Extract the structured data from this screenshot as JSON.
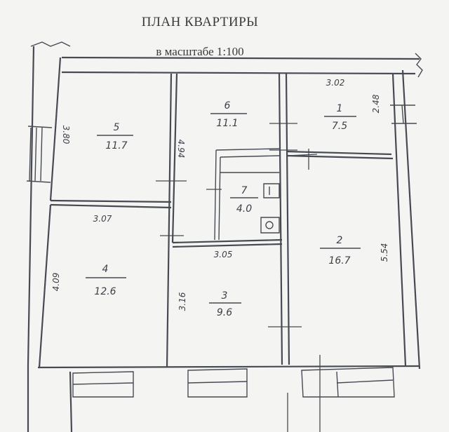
{
  "title": "ПЛАН КВАРТИРЫ",
  "subtitle": "в масштабе 1:100",
  "rooms": [
    {
      "number": "1",
      "area": "7.5"
    },
    {
      "number": "2",
      "area": "16.7"
    },
    {
      "number": "3",
      "area": "9.6"
    },
    {
      "number": "4",
      "area": "12.6"
    },
    {
      "number": "5",
      "area": "11.7"
    },
    {
      "number": "6",
      "area": "11.1"
    },
    {
      "number": "7",
      "area": "4.0"
    }
  ],
  "dimensions": {
    "room1_width": "3.02",
    "room1_height": "2.48",
    "room2_height": "5.54",
    "room3_width": "3.05",
    "room3_height": "3.16",
    "room4_width": "3.07",
    "room4_height": "4.09",
    "room5_height": "3.80",
    "room6_height": "4.94"
  },
  "colors": {
    "ink": "#474a52",
    "paper": "#f4f5f3"
  }
}
